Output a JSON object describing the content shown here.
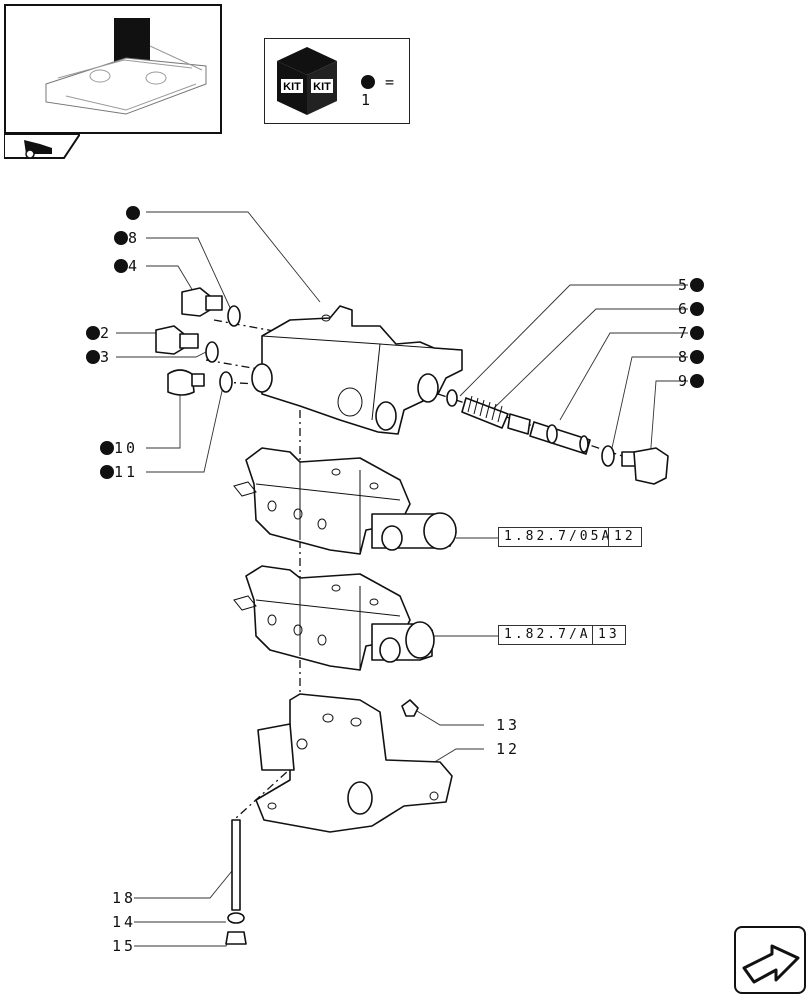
{
  "kit_legend": {
    "equals_text": "= 1",
    "kit_label": "KIT"
  },
  "callouts": {
    "l_dot_top": "",
    "l_8": "8",
    "l_4": "4",
    "l_2": "2",
    "l_3": "3",
    "l_10": "10",
    "l_11": "11",
    "r_5": "5",
    "r_6": "6",
    "r_7": "7",
    "r_8": "8",
    "r_9": "9",
    "r_13": "13",
    "r_12": "12",
    "l_18": "18",
    "l_14": "14",
    "l_15": "15"
  },
  "references": [
    {
      "code": "1.82.7/05A",
      "item": "12"
    },
    {
      "code": "1.82.7/A",
      "item": "13"
    }
  ],
  "icons": {
    "thumbnail": "tractor-hydraulic-lift-thumbnail",
    "tab": "tractor-icon",
    "kit": "kit-box-icon",
    "next": "next-page-arrow-icon"
  }
}
